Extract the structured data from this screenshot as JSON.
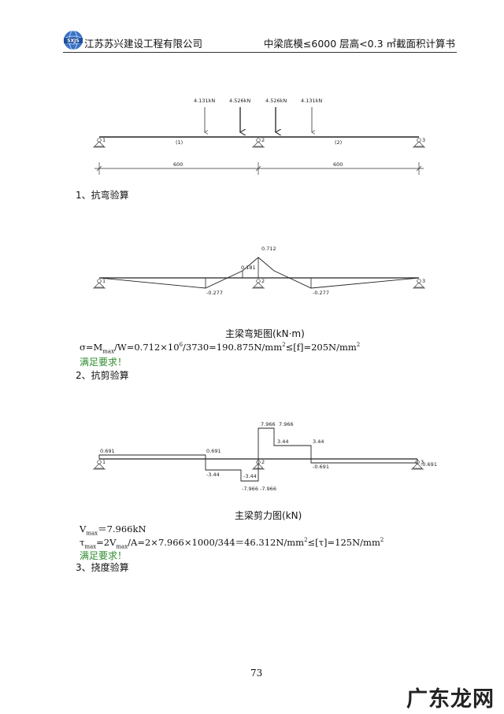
{
  "header": {
    "logo_text": "SXJS",
    "company": "江苏苏兴建设工程有限公司",
    "doc_title": "中梁底模≤6000 层高<0.3 ㎡截面积计算书"
  },
  "load_diagram": {
    "loads": [
      "4.131kN",
      "4.526kN",
      "4.526kN",
      "4.131kN"
    ],
    "nodes": [
      "1",
      "2",
      "3"
    ],
    "spans": [
      "(1)",
      "(2)"
    ],
    "dims": [
      "600",
      "600"
    ]
  },
  "section1": "1、抗弯验算",
  "moment_diagram": {
    "labels": [
      "0.712",
      "0.181",
      "-0.277",
      "-0.277"
    ],
    "nodes": [
      "1",
      "2",
      "3"
    ],
    "caption": "主梁弯矩图(kN·m)"
  },
  "bending": {
    "f1a": "σ=M",
    "f1b": "max",
    "f1c": "/W=0.712×10",
    "f1d": "6",
    "f1e": "/3730=190.875N/mm",
    "f1f": "2",
    "f1g": "≤[f]=205N/mm",
    "f1h": "2",
    "ok": "满足要求！"
  },
  "section2": "2、抗剪验算",
  "shear_diagram": {
    "labels": [
      "7.966",
      "7.966",
      "3.44",
      "3.44",
      "0.691",
      "0.691",
      "-3.44",
      "-3.44",
      "-7.966",
      "-7.966",
      "-0.691",
      "-0.691"
    ],
    "nodes": [
      "1",
      "2",
      "3"
    ],
    "caption": "主梁剪力图(kN)"
  },
  "shear": {
    "v1a": "V",
    "v1b": "max",
    "v1c": "＝7.966kN",
    "t1a": "τ",
    "t1b": "max",
    "t1c": "=2V",
    "t1d": "max",
    "t1e": "/A=2×7.966×1000/344＝46.312N/mm",
    "t1f": "2",
    "t1g": "≤[τ]=125N/mm",
    "t1h": "2",
    "ok": "满足要求！"
  },
  "section3": "3、挠度验算",
  "page_number": "73",
  "watermark": "广东龙网"
}
